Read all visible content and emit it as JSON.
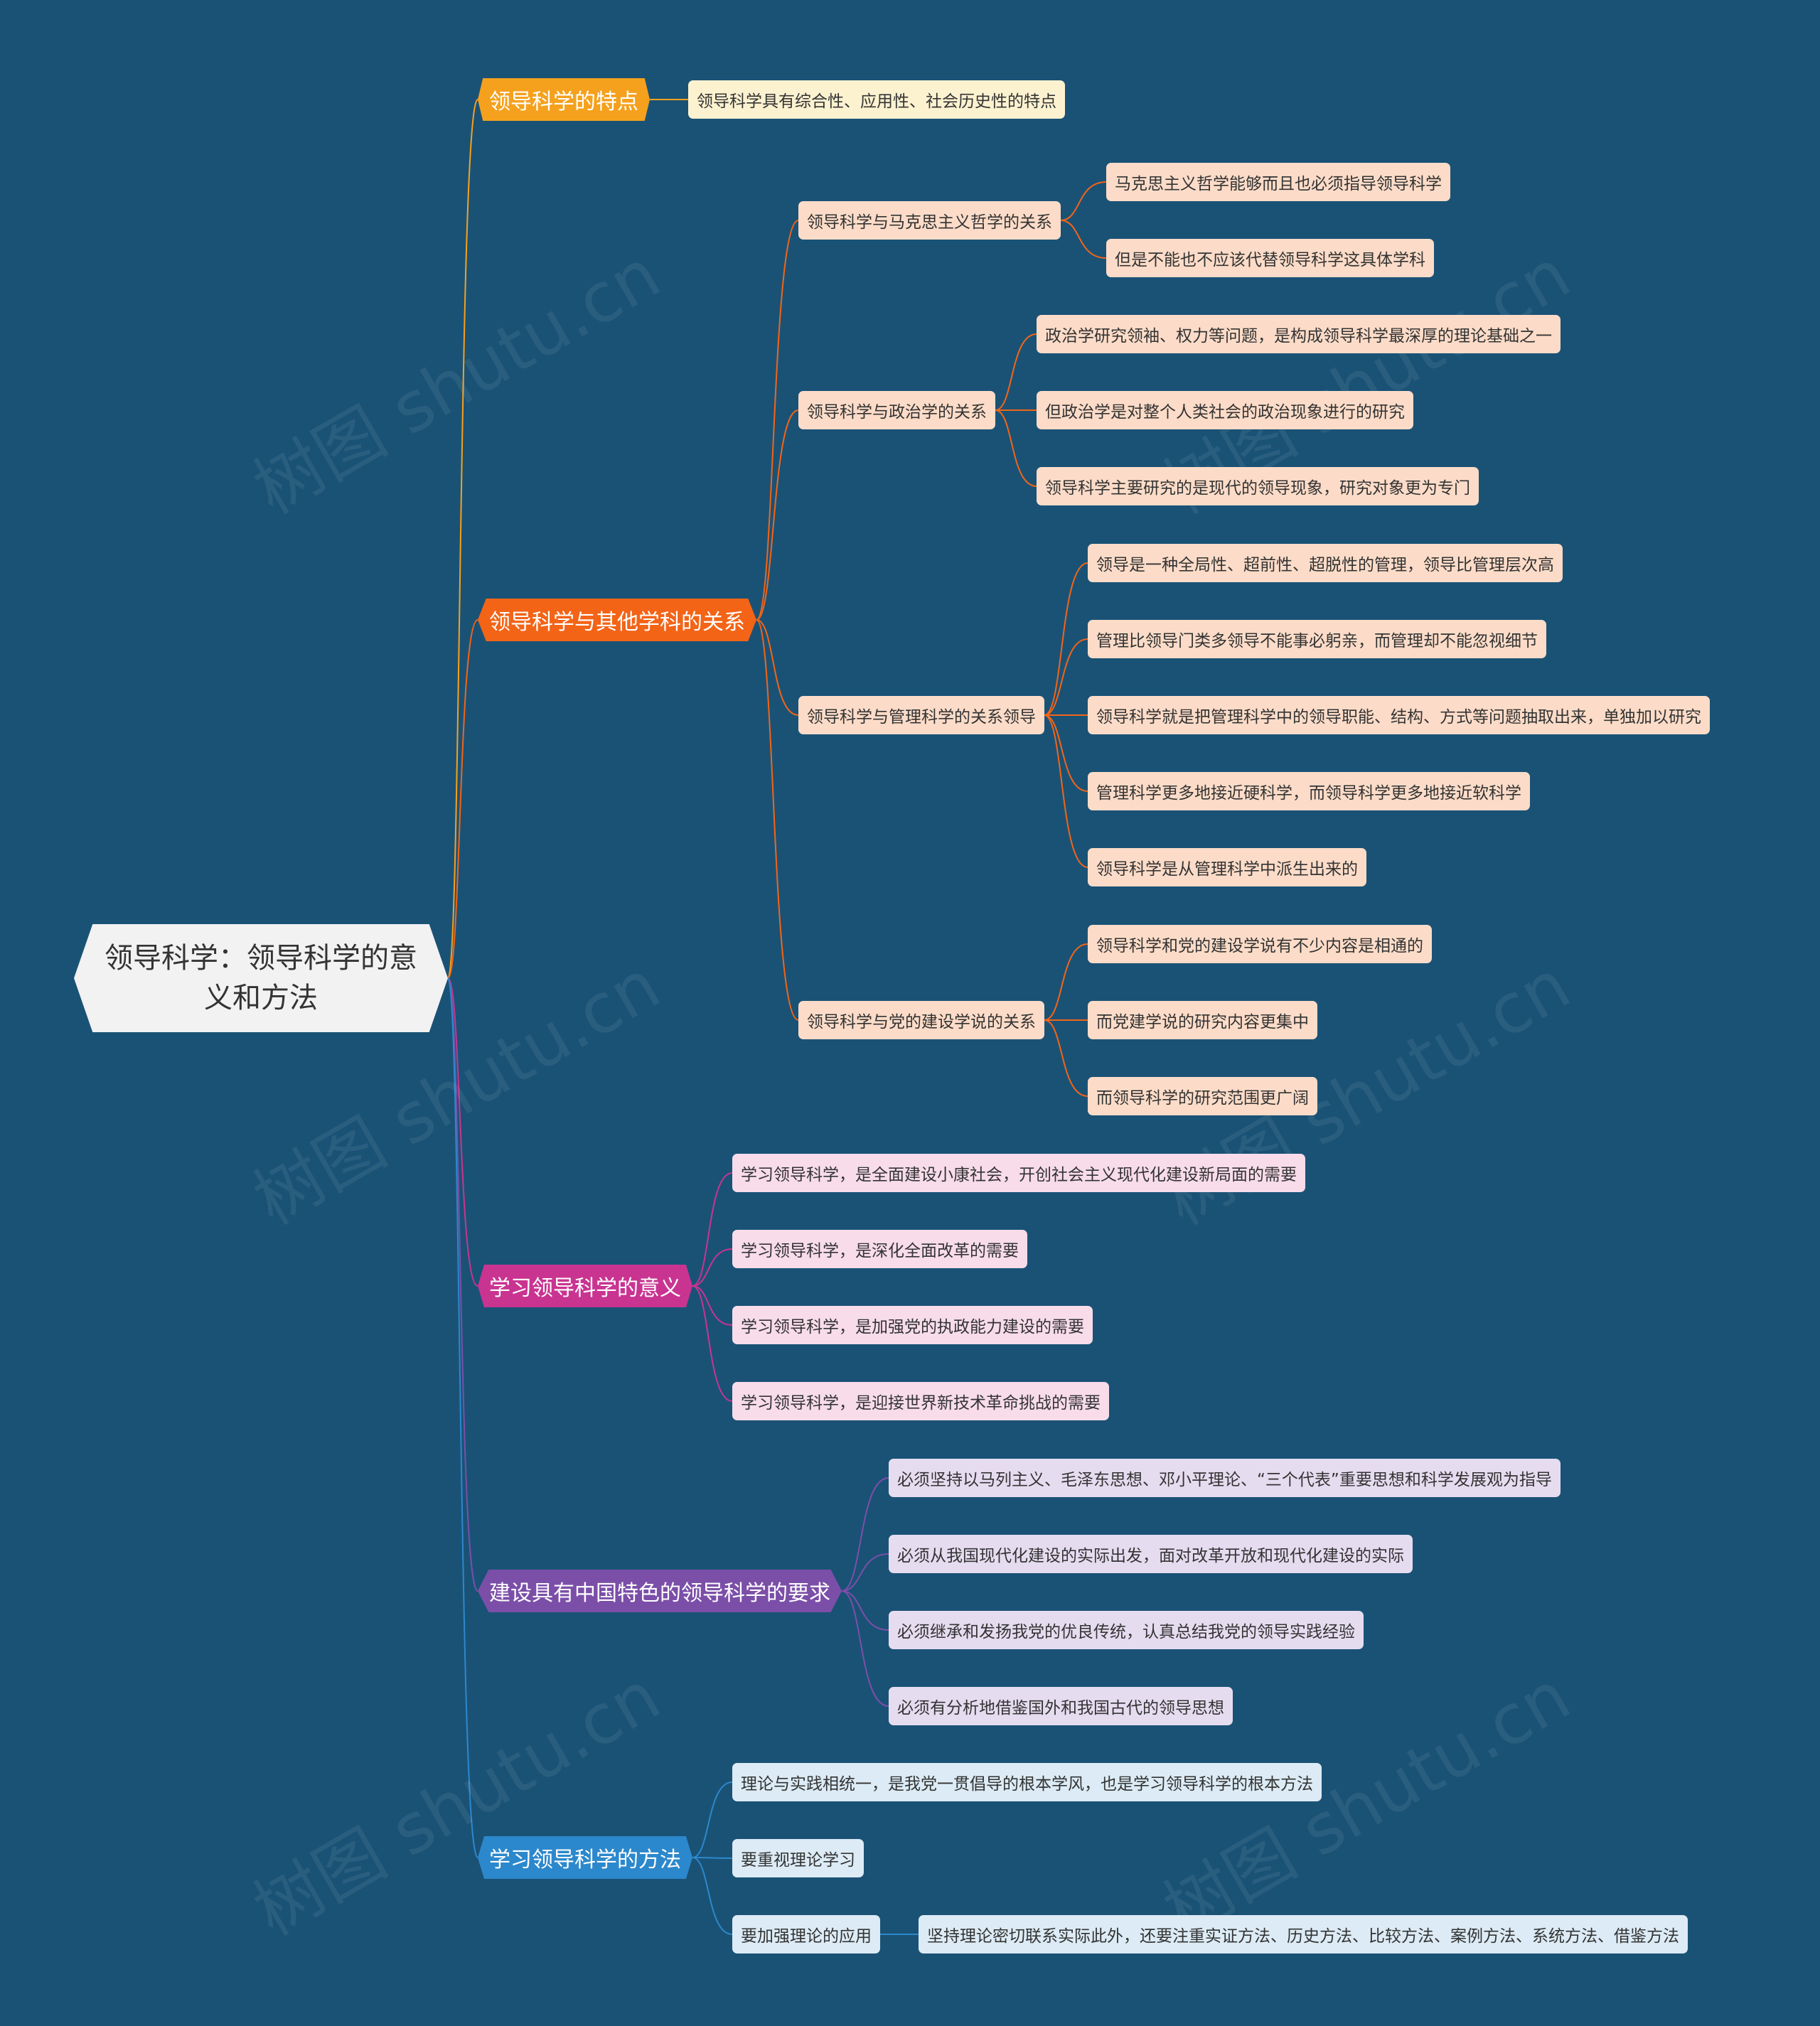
{
  "root": {
    "title": "领导科学：领导科学的意义和方法"
  },
  "watermark": "树图 shutu.cn",
  "colors": {
    "background": "#1a5276",
    "branch_features": "#f5a11d",
    "branch_relations": "#f36417",
    "branch_significance": "#c93491",
    "branch_requirements": "#7b4fa8",
    "branch_methods": "#2c88cc"
  },
  "branches": {
    "features": {
      "label": "领导科学的特点",
      "items": [
        "领导科学具有综合性、应用性、社会历史性的特点"
      ]
    },
    "relations": {
      "label": "领导科学与其他学科的关系",
      "marxism": {
        "label": "领导科学与马克思主义哲学的关系",
        "items": [
          "马克思主义哲学能够而且也必须指导领导科学",
          "但是不能也不应该代替领导科学这具体学科"
        ]
      },
      "politics": {
        "label": "领导科学与政治学的关系",
        "items": [
          "政治学研究领袖、权力等问题，是构成领导科学最深厚的理论基础之一",
          "但政治学是对整个人类社会的政治现象进行的研究",
          "领导科学主要研究的是现代的领导现象，研究对象更为专门"
        ]
      },
      "management": {
        "label": "领导科学与管理科学的关系领导",
        "items": [
          "领导是一种全局性、超前性、超脱性的管理，领导比管理层次高",
          "管理比领导门类多领导不能事必躬亲，而管理却不能忽视细节",
          "领导科学就是把管理科学中的领导职能、结构、方式等问题抽取出来，单独加以研究",
          "管理科学更多地接近硬科学，而领导科学更多地接近软科学",
          "领导科学是从管理科学中派生出来的"
        ]
      },
      "party": {
        "label": "领导科学与党的建设学说的关系",
        "items": [
          "领导科学和党的建设学说有不少内容是相通的",
          "而党建学说的研究内容更集中",
          "而领导科学的研究范围更广阔"
        ]
      }
    },
    "significance": {
      "label": "学习领导科学的意义",
      "items": [
        "学习领导科学，是全面建设小康社会，开创社会主义现代化建设新局面的需要",
        "学习领导科学，是深化全面改革的需要",
        "学习领导科学，是加强党的执政能力建设的需要",
        "学习领导科学，是迎接世界新技术革命挑战的需要"
      ]
    },
    "requirements": {
      "label": "建设具有中国特色的领导科学的要求",
      "items": [
        "必须坚持以马列主义、毛泽东思想、邓小平理论、“三个代表”重要思想和科学发展观为指导",
        "必须从我国现代化建设的实际出发，面对改革开放和现代化建设的实际",
        "必须继承和发扬我党的优良传统，认真总结我党的领导实践经验",
        "必须有分析地借鉴国外和我国古代的领导思想"
      ]
    },
    "methods": {
      "label": "学习领导科学的方法",
      "items": [
        "理论与实践相统一，是我党一贯倡导的根本学风，也是学习领导科学的根本方法",
        "要重视理论学习",
        "要加强理论的应用"
      ],
      "application_detail": "坚持理论密切联系实际此外，还要注重实证方法、历史方法、比较方法、案例方法、系统方法、借鉴方法"
    }
  }
}
